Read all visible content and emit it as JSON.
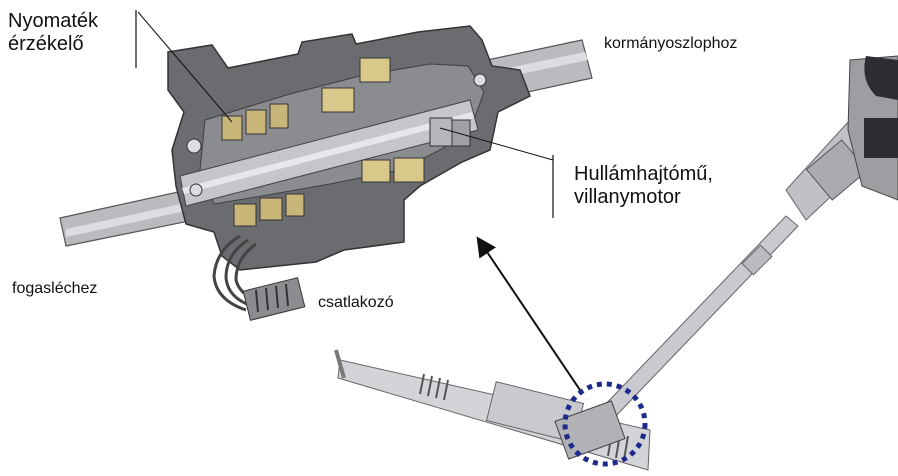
{
  "labels": {
    "torque_sensor_line1": "Nyomaték",
    "torque_sensor_line2": "érzékelő",
    "to_steering_column": "kormányoszlophoz",
    "gear_line1": "Hullámhajtómű,",
    "gear_line2": "villanymotor",
    "to_rack": "fogasléchez",
    "connector": "csatlakozó"
  },
  "colors": {
    "housing": "#6a6c70",
    "housing_dark": "#4d4f53",
    "shaft": "#b9bbbf",
    "shaft_light": "#dcdde0",
    "brass": "#c8b678",
    "highlight_circle": "#1c2a8c",
    "arrow": "#111111"
  }
}
